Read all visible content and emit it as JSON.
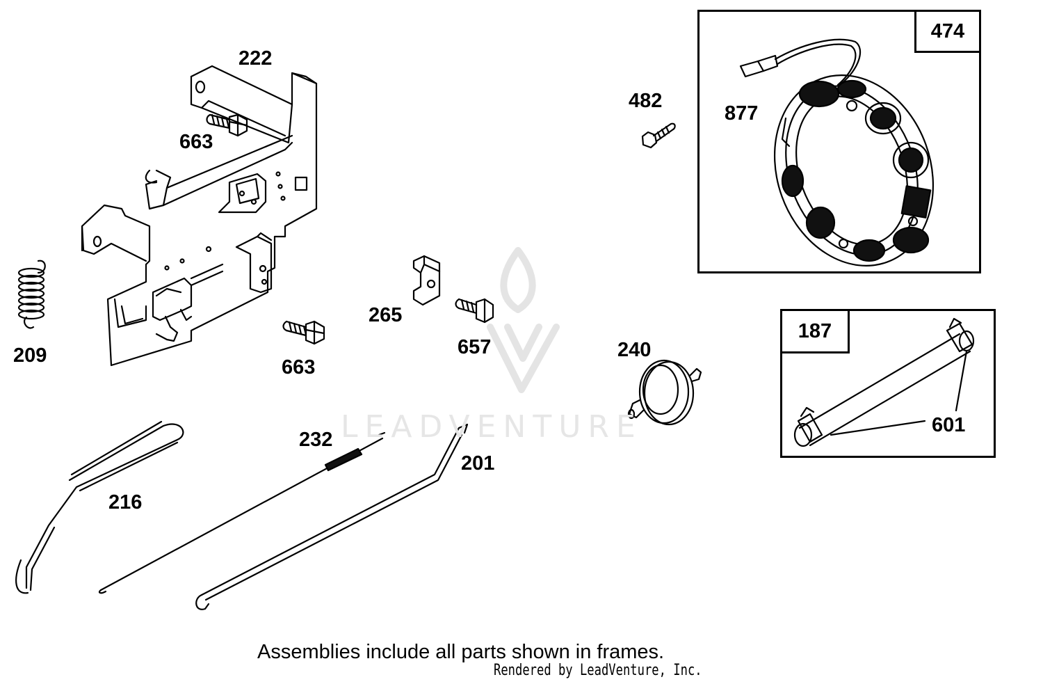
{
  "parts": {
    "p222": "222",
    "p663a": "663",
    "p663b": "663",
    "p209": "209",
    "p265": "265",
    "p657": "657",
    "p482": "482",
    "p877": "877",
    "p474": "474",
    "p240": "240",
    "p187": "187",
    "p601": "601",
    "p232": "232",
    "p201": "201",
    "p216": "216"
  },
  "caption": "Assemblies include all parts shown in frames.",
  "credit": "Rendered by LeadVenture, Inc.",
  "watermark": "LEADVENTURE",
  "colors": {
    "ink": "#000000",
    "watermark": "#e6e6e6",
    "background": "#ffffff"
  }
}
